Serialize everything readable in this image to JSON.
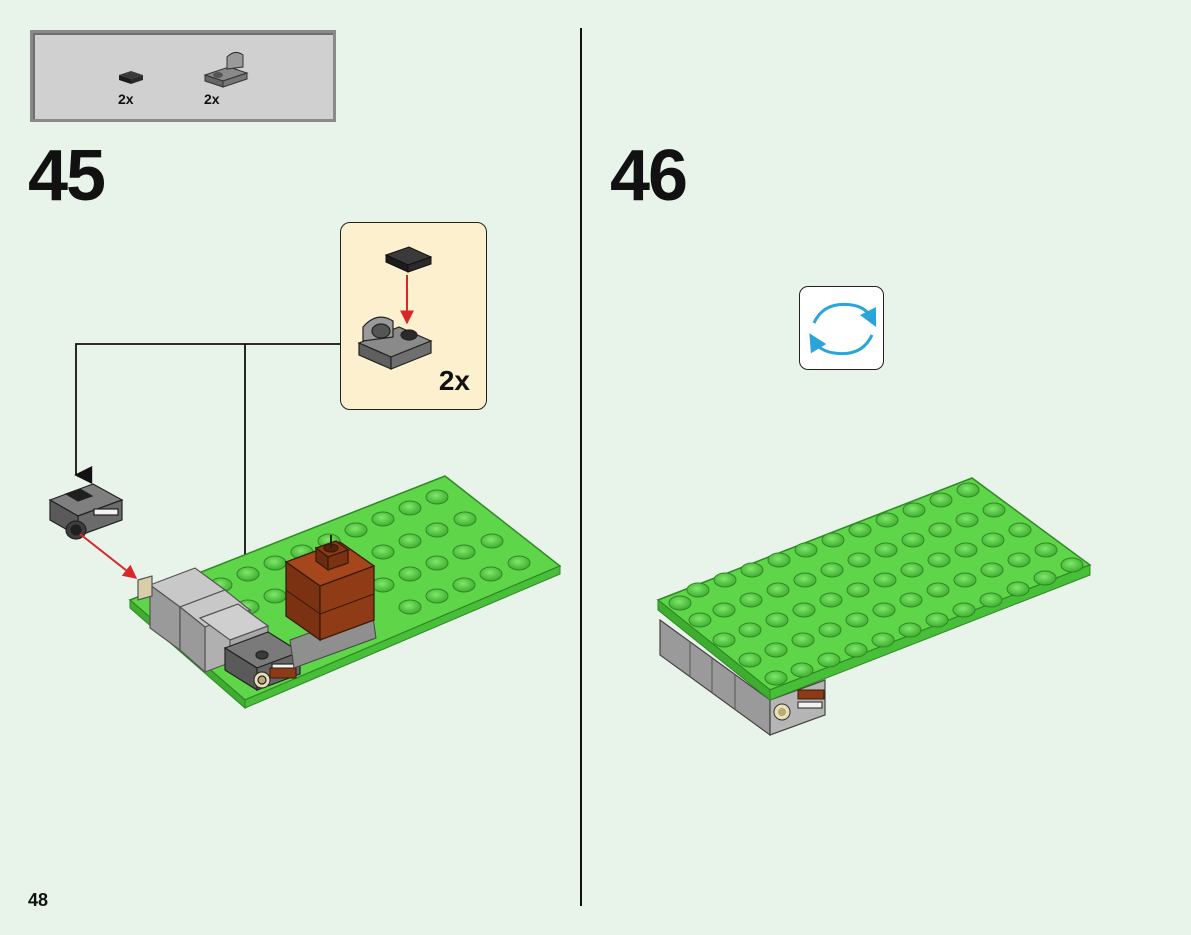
{
  "parts_list": {
    "items": [
      {
        "icon": "black-tile-1x1-icon",
        "count": "2x"
      },
      {
        "icon": "gray-bracket-plate-icon",
        "count": "2x"
      }
    ]
  },
  "steps": [
    {
      "number": "45",
      "callout_count": "2x"
    },
    {
      "number": "46"
    }
  ],
  "page_number": "48",
  "colors": {
    "background": "#e8f3ea",
    "plate_green": "#5fd64a",
    "arrow_red": "#d8262a",
    "rotate_blue": "#2aa5dc"
  }
}
